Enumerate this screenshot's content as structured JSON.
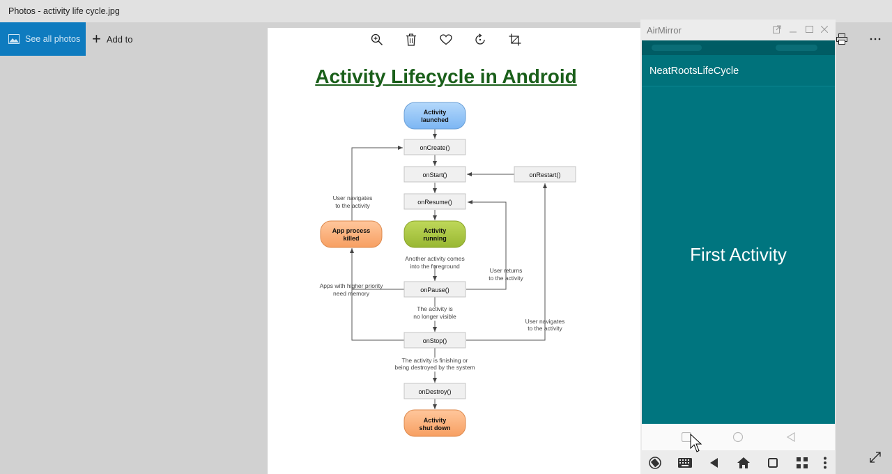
{
  "window": {
    "title": "Photos - activity life cycle.jpg"
  },
  "toolbar": {
    "see_all_label": "See all photos",
    "add_to_label": "Add to"
  },
  "viewer": {
    "tools": [
      "zoom-in-icon",
      "trash-icon",
      "heart-icon",
      "rotate-icon",
      "crop-icon"
    ],
    "diagram": {
      "title": "Activity Lifecycle in Android",
      "activity_launched": [
        "Activity",
        "launched"
      ],
      "on_create": "onCreate()",
      "on_start": "onStart()",
      "on_restart": "onRestart()",
      "on_resume": "onResume()",
      "activity_running": [
        "Activity",
        "running"
      ],
      "app_process_killed": [
        "App process",
        "killed"
      ],
      "on_pause": "onPause()",
      "on_stop": "onStop()",
      "on_destroy": "onDestroy()",
      "activity_shut_down": [
        "Activity",
        "shut down"
      ],
      "label_user_navigates_left": [
        "User navigates",
        "to the activity"
      ],
      "label_another_activity": [
        "Another activity comes",
        "into the foreground"
      ],
      "label_user_returns": [
        "User returns",
        "to the activity"
      ],
      "label_higher_priority": [
        "Apps with higher priority",
        "need memory"
      ],
      "label_no_longer_visible": [
        "The activity is",
        "no longer visible"
      ],
      "label_user_navigates_right": [
        "User navigates",
        "to the activity"
      ],
      "label_finishing": [
        "The activity is finishing or",
        "being destroyed by the system"
      ]
    }
  },
  "airmirror": {
    "title": "AirMirror",
    "app_name": "NeatRootsLifeCycle",
    "main_text": "First Activity"
  },
  "colors": {
    "accent": "#0e7bbf",
    "teal": "#00757f",
    "title_green": "#1a5f1a",
    "blue_node": "#8ec3f7",
    "green_node": "#a6c43d",
    "orange_node": "#fbb07b"
  }
}
